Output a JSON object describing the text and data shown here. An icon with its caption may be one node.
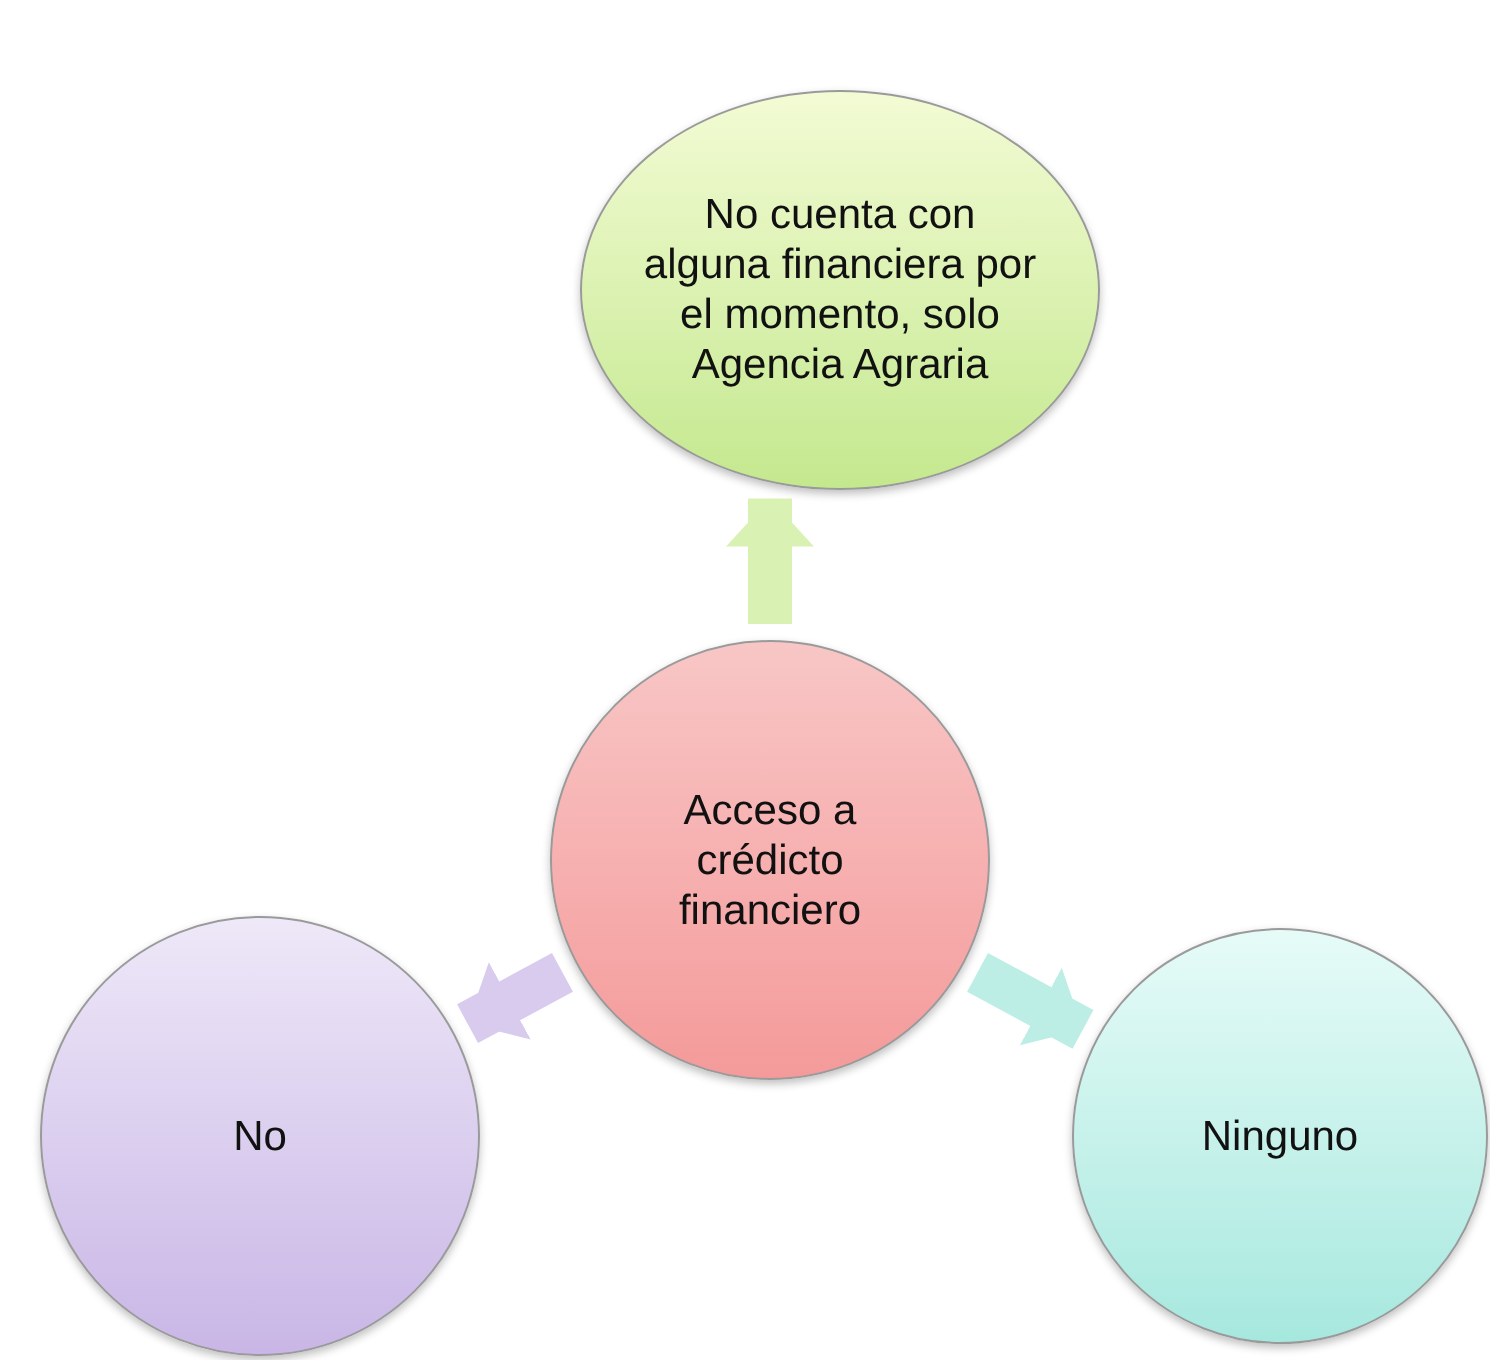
{
  "diagram": {
    "nodes": [
      {
        "text": [
          "Acceso a crédicto financiero"
        ]
      },
      {
        "text": [
          "No cuenta con alguna financiera por el momento, solo Agencia Agraria"
        ]
      },
      {
        "text": [
          "No"
        ]
      },
      {
        "text": [
          "Ninguno"
        ]
      }
    ],
    "edges": [
      {
        "from": 0,
        "to": 1,
        "arrow": "to",
        "color": "#d9f2b4"
      },
      {
        "from": 0,
        "to": 2,
        "arrow": "to",
        "color": "#d8cbee"
      },
      {
        "from": 0,
        "to": 3,
        "arrow": "to",
        "color": "#bdeee6"
      }
    ]
  }
}
